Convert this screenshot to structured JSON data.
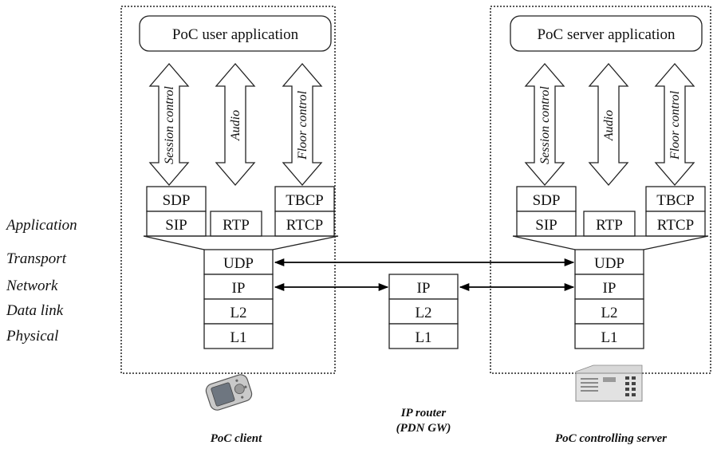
{
  "layers": {
    "application": "Application",
    "transport": "Transport",
    "network": "Network",
    "data_link": "Data link",
    "physical": "Physical"
  },
  "client": {
    "app_label": "PoC user application",
    "arrows": [
      "Session control",
      "Audio",
      "Floor control"
    ],
    "protocols": {
      "sdp": "SDP",
      "sip": "SIP",
      "rtp": "RTP",
      "tbcp": "TBCP",
      "rtcp": "RTCP",
      "udp": "UDP",
      "ip": "IP",
      "l2": "L2",
      "l1": "L1"
    },
    "caption": "PoC client",
    "device_icon": "pda-icon"
  },
  "server": {
    "app_label": "PoC server application",
    "arrows": [
      "Session control",
      "Audio",
      "Floor control"
    ],
    "protocols": {
      "sdp": "SDP",
      "sip": "SIP",
      "rtp": "RTP",
      "tbcp": "TBCP",
      "rtcp": "RTCP",
      "udp": "UDP",
      "ip": "IP",
      "l2": "L2",
      "l1": "L1"
    },
    "caption": "PoC controlling server",
    "device_icon": "server-icon"
  },
  "router": {
    "protocols": {
      "ip": "IP",
      "l2": "L2",
      "l1": "L1"
    },
    "caption_line1": "IP router",
    "caption_line2": "(PDN GW)"
  }
}
